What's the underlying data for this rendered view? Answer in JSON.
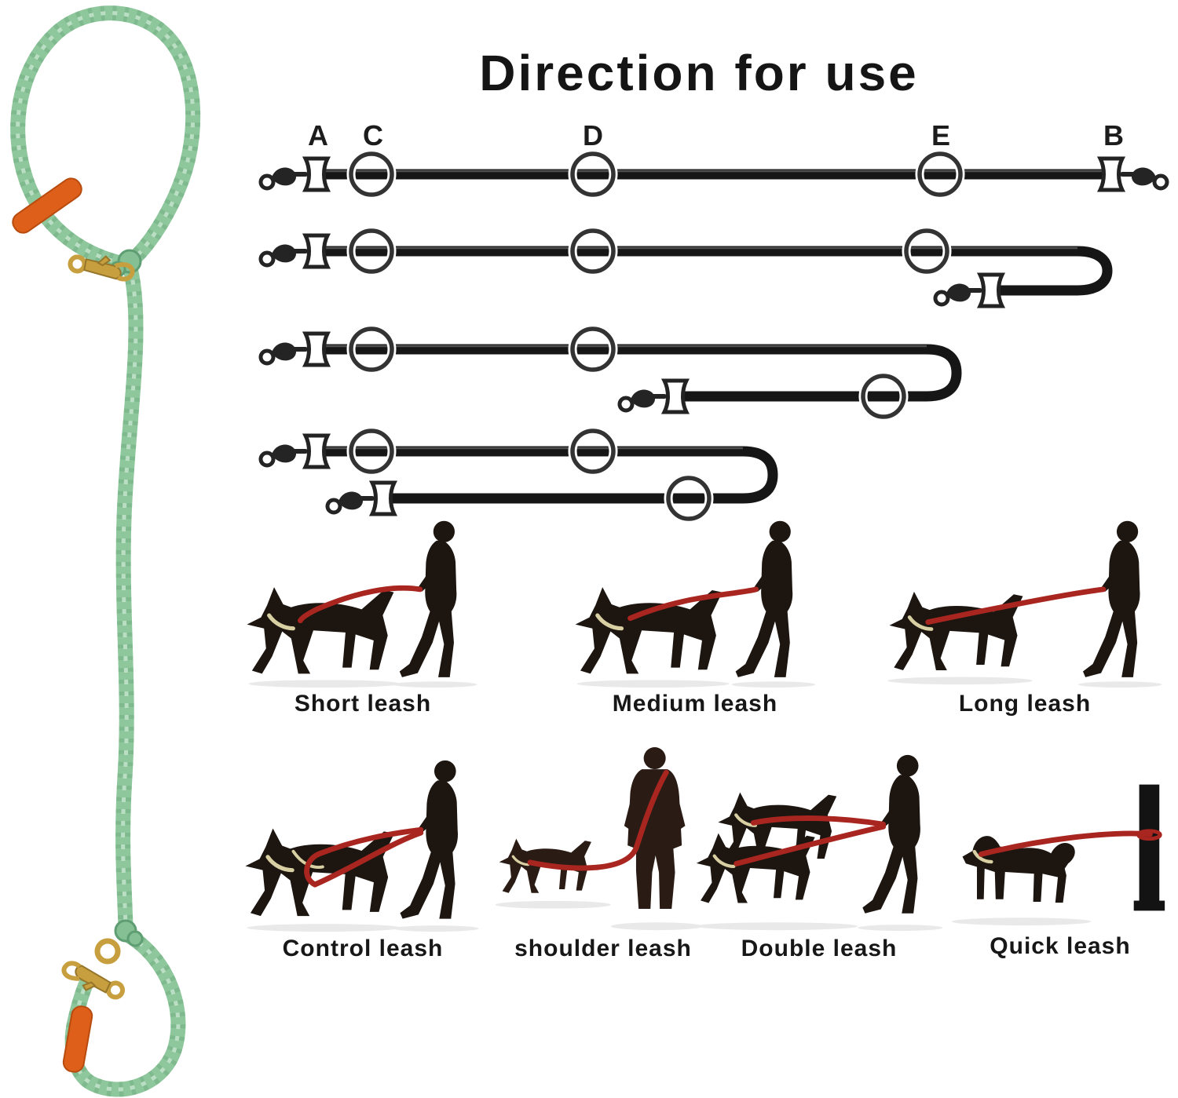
{
  "title": "Direction for use",
  "diagram": {
    "point_labels": [
      {
        "text": "A"
      },
      {
        "text": "C"
      },
      {
        "text": "D"
      },
      {
        "text": "E"
      },
      {
        "text": "B"
      }
    ],
    "rows": 4
  },
  "scenes": {
    "row1": [
      {
        "label": "Short leash"
      },
      {
        "label": "Medium leash"
      },
      {
        "label": "Long leash"
      }
    ],
    "row2": [
      {
        "label": "Control leash"
      },
      {
        "label": "shoulder leash"
      },
      {
        "label": "Double leash"
      },
      {
        "label": "Quick leash"
      }
    ]
  },
  "colors": {
    "rope_green": "#8fc79c",
    "accent_orange": "#dd5f19",
    "hardware_brass": "#c79f3e",
    "diagram_black": "#161616",
    "leash_red": "#a8261f",
    "silhouette": "#1c1510"
  }
}
